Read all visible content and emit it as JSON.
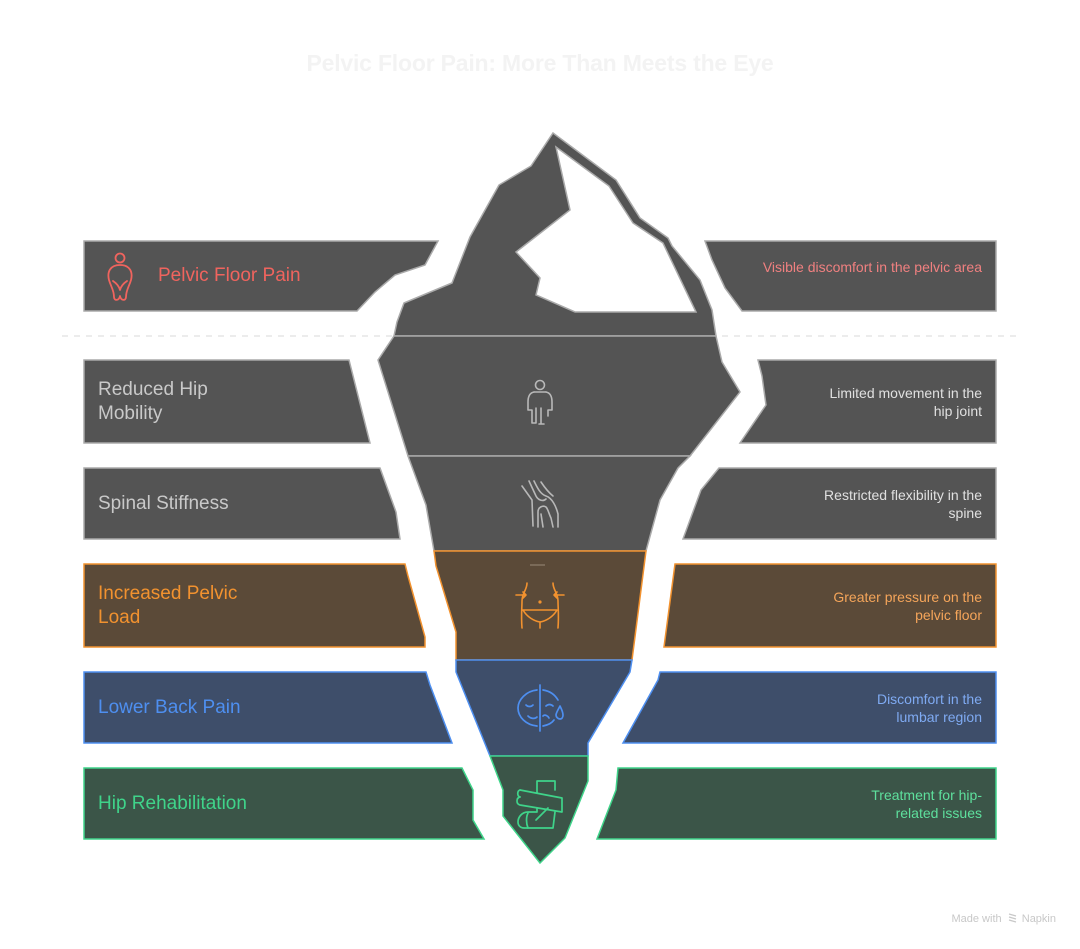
{
  "title": "Pelvic Floor Pain: More Than Meets the Eye",
  "credit": {
    "prefix": "Made with",
    "brand": "Napkin"
  },
  "layers": [
    {
      "id": "pelvic-floor-pain",
      "label": "Pelvic Floor Pain",
      "description": "Visible discomfort in the pelvic area",
      "icon": "person-pelvic-pain-icon",
      "visibility": "above-water",
      "colors": {
        "fill": "#545454",
        "stroke": "#aaaaaa",
        "label": "#f0645e",
        "desc": "#f08080"
      }
    },
    {
      "id": "reduced-hip-mobility",
      "label": "Reduced Hip Mobility",
      "description": "Limited movement in the hip joint",
      "icon": "person-prosthetic-leg-icon",
      "visibility": "below-water",
      "colors": {
        "fill": "#545454",
        "stroke": "#aaaaaa",
        "label": "#c9c9c9",
        "desc": "#e0e0e0"
      }
    },
    {
      "id": "spinal-stiffness",
      "label": "Spinal Stiffness",
      "description": "Restricted flexibility in the spine",
      "icon": "knee-joint-bones-icon",
      "visibility": "below-water",
      "colors": {
        "fill": "#545454",
        "stroke": "#aaaaaa",
        "label": "#c9c9c9",
        "desc": "#e0e0e0"
      }
    },
    {
      "id": "increased-pelvic-load",
      "label": "Increased Pelvic Load",
      "description": "Greater pressure on the pelvic floor",
      "icon": "waist-compression-icon",
      "visibility": "below-water",
      "colors": {
        "fill": "#5b4a38",
        "stroke": "#f2922f",
        "label": "#f2922f",
        "desc": "#f5a55a"
      }
    },
    {
      "id": "lower-back-pain",
      "label": "Lower Back Pain",
      "description": "Discomfort in the lumbar region",
      "icon": "sad-crying-face-icon",
      "visibility": "below-water",
      "colors": {
        "fill": "#3e4e6a",
        "stroke": "#4e8ff0",
        "label": "#4e8ff0",
        "desc": "#7faaf2"
      }
    },
    {
      "id": "hip-rehabilitation",
      "label": "Hip Rehabilitation",
      "description": "Treatment for hip-related issues",
      "icon": "leg-cast-bandage-icon",
      "visibility": "below-water",
      "colors": {
        "fill": "#3b5548",
        "stroke": "#3fd48a",
        "label": "#3fd48a",
        "desc": "#5ee09d"
      }
    }
  ],
  "waterline": {
    "style": "dashed",
    "color": "#e6e6e6"
  }
}
